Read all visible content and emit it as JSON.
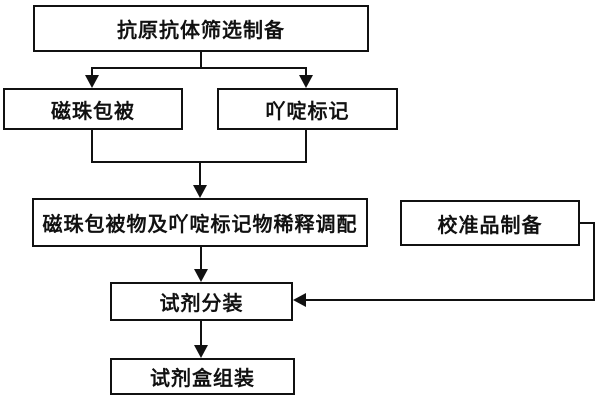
{
  "diagram": {
    "type": "flowchart",
    "background_color": "#ffffff",
    "line_color": "#111111",
    "nodes": [
      {
        "id": "antigen_antibody_screening",
        "label": "抗原抗体筛选制备"
      },
      {
        "id": "magnetic_bead_coating",
        "label": "磁珠包被"
      },
      {
        "id": "acridine_labeling",
        "label": "吖啶标记"
      },
      {
        "id": "dilution_preparation",
        "label": "磁珠包被物及吖啶标记物稀释调配"
      },
      {
        "id": "calibrator_preparation",
        "label": "校准品制备"
      },
      {
        "id": "reagent_dispensing",
        "label": "试剂分装"
      },
      {
        "id": "kit_assembly",
        "label": "试剂盒组装"
      }
    ],
    "edges": [
      {
        "from": "antigen_antibody_screening",
        "to": "magnetic_bead_coating"
      },
      {
        "from": "antigen_antibody_screening",
        "to": "acridine_labeling"
      },
      {
        "from": "magnetic_bead_coating",
        "to": "dilution_preparation"
      },
      {
        "from": "acridine_labeling",
        "to": "dilution_preparation"
      },
      {
        "from": "dilution_preparation",
        "to": "reagent_dispensing"
      },
      {
        "from": "calibrator_preparation",
        "to": "reagent_dispensing"
      },
      {
        "from": "reagent_dispensing",
        "to": "kit_assembly"
      }
    ]
  }
}
